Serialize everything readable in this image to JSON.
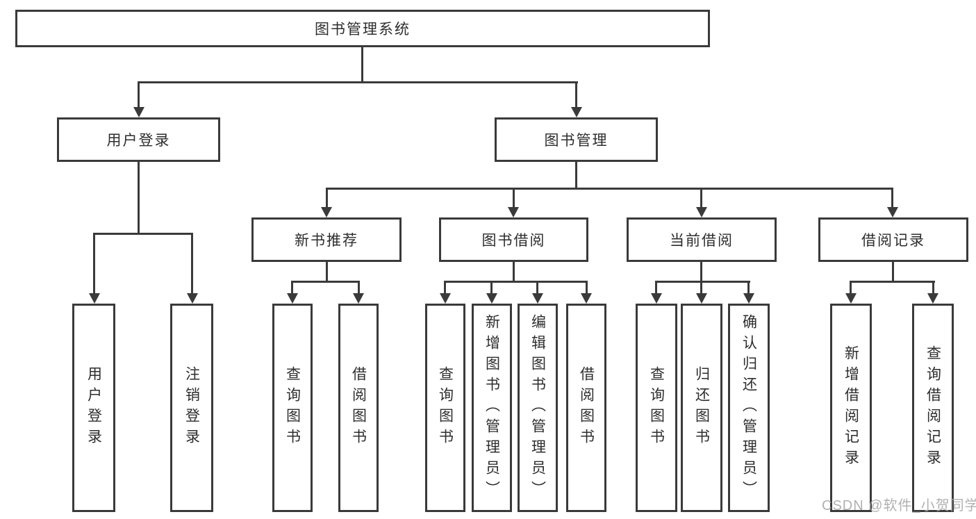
{
  "diagram_title": "图书管理系统",
  "tree": {
    "root": {
      "label": "图书管理系统"
    },
    "branches": [
      {
        "label": "用户登录",
        "children": [
          "用户登录",
          "注销登录"
        ]
      },
      {
        "label": "图书管理",
        "children": [
          {
            "label": "新书推荐",
            "children": [
              "查询图书",
              "借阅图书"
            ]
          },
          {
            "label": "图书借阅",
            "children": [
              "查询图书",
              "新增图书（管理员）",
              "编辑图书（管理员）",
              "借阅图书"
            ]
          },
          {
            "label": "当前借阅",
            "children": [
              "查询图书",
              "归还图书",
              "确认归还（管理员）"
            ]
          },
          {
            "label": "借阅记录",
            "children": [
              "新增借阅记录",
              "查询借阅记录"
            ]
          }
        ]
      }
    ]
  },
  "watermark": "CSDN @软件_小贺同学",
  "colors": {
    "line": "#3a3a3a",
    "text": "#2d2d2d",
    "background": "#ffffff",
    "watermark": "#a8a8a8"
  }
}
